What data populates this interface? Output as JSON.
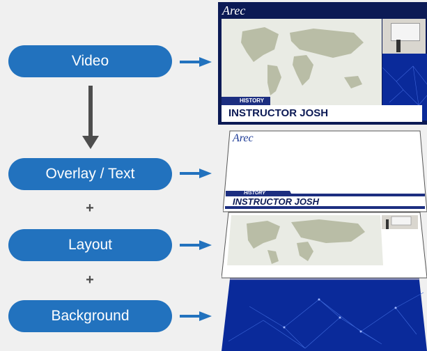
{
  "steps": [
    {
      "label": "Video"
    },
    {
      "label": "Overlay / Text"
    },
    {
      "label": "Layout"
    },
    {
      "label": "Background"
    }
  ],
  "plus_sign": "+",
  "video_frame": {
    "logo": "Arec",
    "category": "HISTORY",
    "name": "INSTRUCTOR JOSH"
  },
  "overlay_frame": {
    "logo": "Arec",
    "category": "HISTORY",
    "name": "INSTRUCTOR JOSH"
  },
  "colors": {
    "pill": "#2272be",
    "down_arrow": "#4d4d4d",
    "background": "#f0f0f0",
    "navy": "#0c1a55",
    "bg_blue": "#0a2a9a"
  }
}
